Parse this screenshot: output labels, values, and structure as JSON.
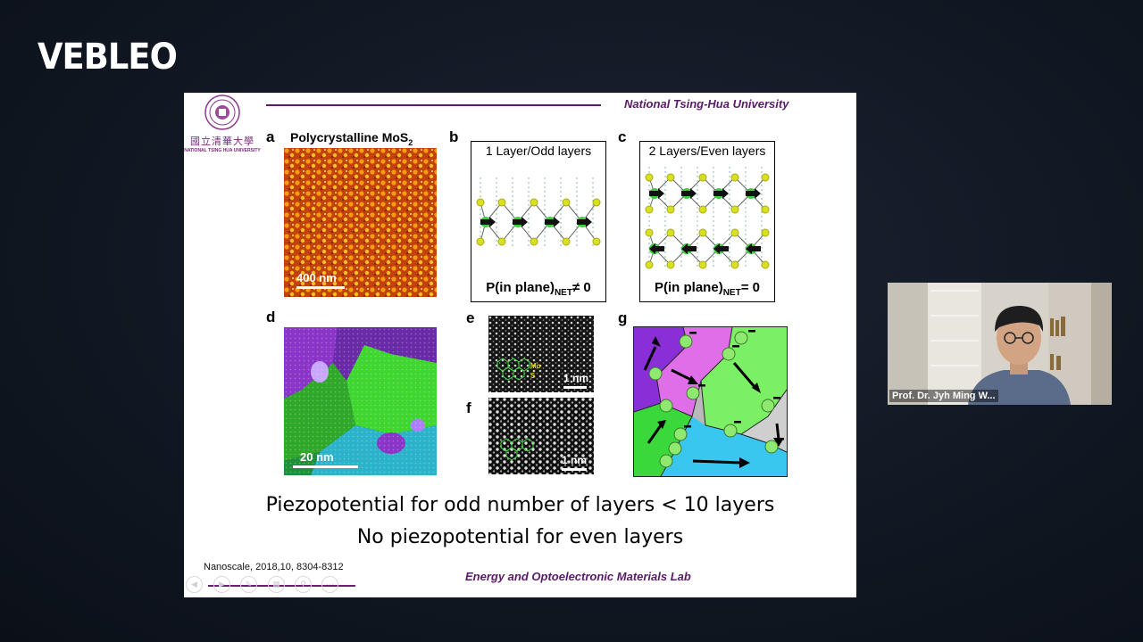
{
  "brand": {
    "name": "VEBLEO"
  },
  "slide": {
    "university": "National Tsing-Hua University",
    "logo": {
      "chinese": "國立清華大學",
      "english": "NATIONAL TSING HUA UNIVERSITY"
    },
    "panels": {
      "a": {
        "label": "a",
        "title": "Polycrystalline MoS",
        "title_sub": "2",
        "scale": "400 nm"
      },
      "b": {
        "label": "b",
        "title": "1 Layer/Odd layers",
        "eq_main": "P(in plane)",
        "eq_sub": "NET",
        "eq_rest": "≠ 0"
      },
      "c": {
        "label": "c",
        "title": "2 Layers/Even layers",
        "eq_main": "P(in plane)",
        "eq_sub": "NET",
        "eq_rest": "= 0"
      },
      "d": {
        "label": "d",
        "scale": "20 nm"
      },
      "e": {
        "label": "e",
        "mo": "Mo",
        "s": "S",
        "scale": "1 nm"
      },
      "f": {
        "label": "f",
        "scale": "1 nm"
      },
      "g": {
        "label": "g"
      }
    },
    "line1": "Piezopotential for odd number of layers < 10 layers",
    "line2": "No piezopotential for even layers",
    "citation": "Nanoscale, 2018,10, 8304-8312",
    "lab": "Energy and Optoelectronic Materials Lab",
    "nav_controls": [
      "prev-icon",
      "next-icon",
      "pen-icon",
      "slides-icon",
      "zoom-icon",
      "more-icon"
    ]
  },
  "webcam": {
    "name": "Prof. Dr. Jyh Ming W..."
  }
}
